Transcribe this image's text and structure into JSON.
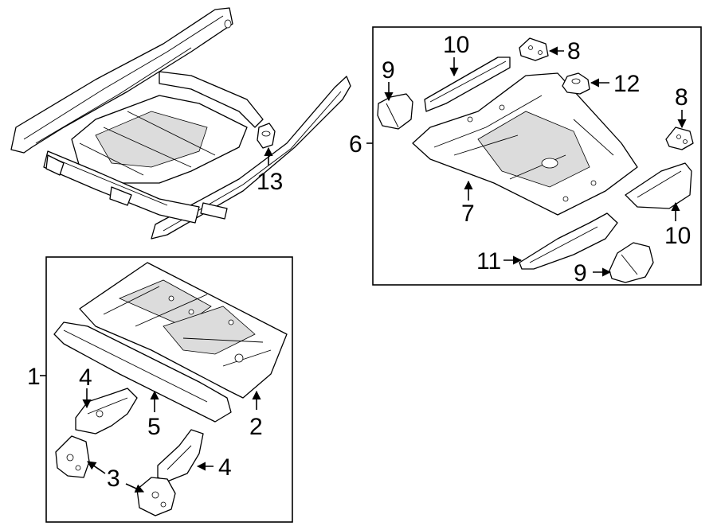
{
  "callouts": {
    "c1": "1",
    "c2": "2",
    "c3": "3",
    "c4a": "4",
    "c4b": "4",
    "c5": "5",
    "c6": "6",
    "c7": "7",
    "c8a": "8",
    "c8b": "8",
    "c9a": "9",
    "c9b": "9",
    "c10a": "10",
    "c10b": "10",
    "c11": "11",
    "c12": "12",
    "c13": "13"
  }
}
